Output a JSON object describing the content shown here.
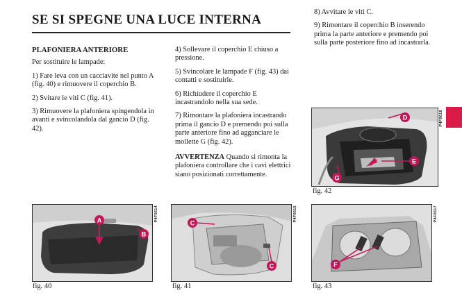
{
  "page": {
    "title": "SE SI SPEGNE UNA LUCE INTERNA"
  },
  "col1": {
    "heading": "PLAFONIERA ANTERIORE",
    "intro": "Per sostituire le lampade:",
    "step1": "1) Fare leva con un cacciavite nel punto A (fig. 40) e rimuovere il coperchio B.",
    "step2": "2) Svitare le viti C (fig. 41).",
    "step3": "3) Rimuovere la plafoniera spingendola in avanti e svincolandola dal gancio D (fig. 42)."
  },
  "col2": {
    "step4": "4) Sollevare il coperchio E chiuso a pressione.",
    "step5": "5) Svincolare le lampade F (fig. 43) dai contatti e sostituirle.",
    "step6": "6) Richiudere il coperchio E incastrandolo nella sua sede.",
    "step7": "7) Rimontare la plafoniera incastrando prima il gancio D e premendo poi sulla parte anteriore fino ad agganciare le mollette G (fig. 42).",
    "warning_label": "AVVERTENZA",
    "warning_text": "Quando si rimonta la plafoniera controllare che i cavi elettrici siano posizionati correttamente."
  },
  "col3": {
    "step8": "8) Avvitare le viti C.",
    "step9": "9) Rimontare il coperchio B inserendo prima la parte anteriore e premendo poi sulla parte posteriore fino ad incastrarla."
  },
  "figures": {
    "fig40": {
      "caption": "fig. 40",
      "code": "P4F0614",
      "labels": [
        "A",
        "B"
      ]
    },
    "fig41": {
      "caption": "fig. 41",
      "code": "P4F0615",
      "labels": [
        "C",
        "C"
      ]
    },
    "fig42": {
      "caption": "fig. 42",
      "code": "P4F0616",
      "labels": [
        "D",
        "E",
        "G"
      ]
    },
    "fig43": {
      "caption": "fig. 43",
      "code": "P4F0617",
      "labels": [
        "F"
      ]
    }
  },
  "colors": {
    "accent_tab": "#d81b49",
    "label_marker": "#c2185b"
  }
}
